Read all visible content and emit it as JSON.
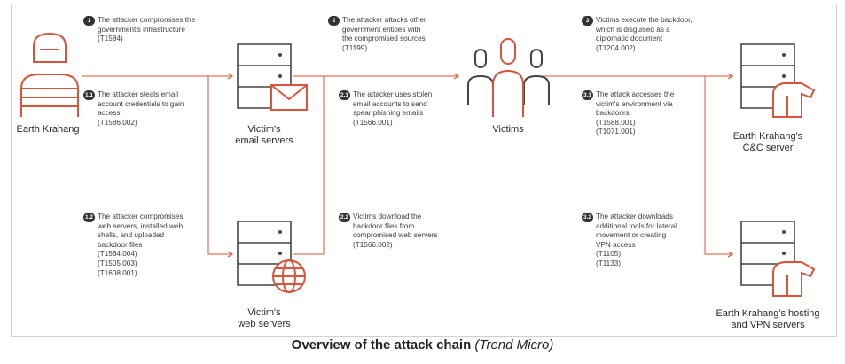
{
  "colors": {
    "accent": "#d9543a",
    "ink": "#444444",
    "badge": "#333333"
  },
  "nodes": {
    "attacker": "Earth Krahang",
    "email_servers": [
      "Victim's",
      "email servers"
    ],
    "web_servers": [
      "Victim's",
      "web servers"
    ],
    "victims": "Victims",
    "cnc": [
      "Earth Krahang's",
      "C&C server"
    ],
    "hosting": [
      "Earth Krahang's hosting",
      "and VPN servers"
    ]
  },
  "steps": [
    {
      "num": "1",
      "lines": [
        "The attacker compromises the",
        "government's infrastructure",
        "(T1584)"
      ]
    },
    {
      "num": "1.1",
      "lines": [
        "The attacker steals email",
        "account credentials to gain",
        "access",
        "(T1586.002)"
      ]
    },
    {
      "num": "1.2",
      "lines": [
        "The attacker compromises",
        "web servers, installed web",
        "shells, and uploaded",
        "backdoor files",
        "(T1584.004)",
        "(T1505.003)",
        "(T1608.001)"
      ]
    },
    {
      "num": "2",
      "lines": [
        "The attacker attacks other",
        "government entities with",
        "the compromised sources",
        "(T1199)"
      ]
    },
    {
      "num": "2.1",
      "lines": [
        "The attacker uses stolen",
        "email accounts to send",
        "spear phishing emails",
        "(T1566.001)"
      ]
    },
    {
      "num": "2.2",
      "lines": [
        "Victims download the",
        "backdoor files from",
        "compromised web servers",
        "(T1566.002)"
      ]
    },
    {
      "num": "3",
      "lines": [
        "Victims execute the backdoor,",
        "which is disguised as a",
        "diplomatic document",
        "(T1204.002)"
      ]
    },
    {
      "num": "3.1",
      "lines": [
        "The attack accesses the",
        "victim's environment via",
        "backdoors",
        "(T1588.001)",
        "(T1071.001)"
      ]
    },
    {
      "num": "3.2",
      "lines": [
        "The attacker downloads",
        "additional tools for lateral",
        "movement or creating",
        "VPN access",
        "(T1105)",
        "(T1133)"
      ]
    }
  ],
  "caption": {
    "title": "Overview of the attack chain",
    "source": "(Trend Micro)"
  }
}
